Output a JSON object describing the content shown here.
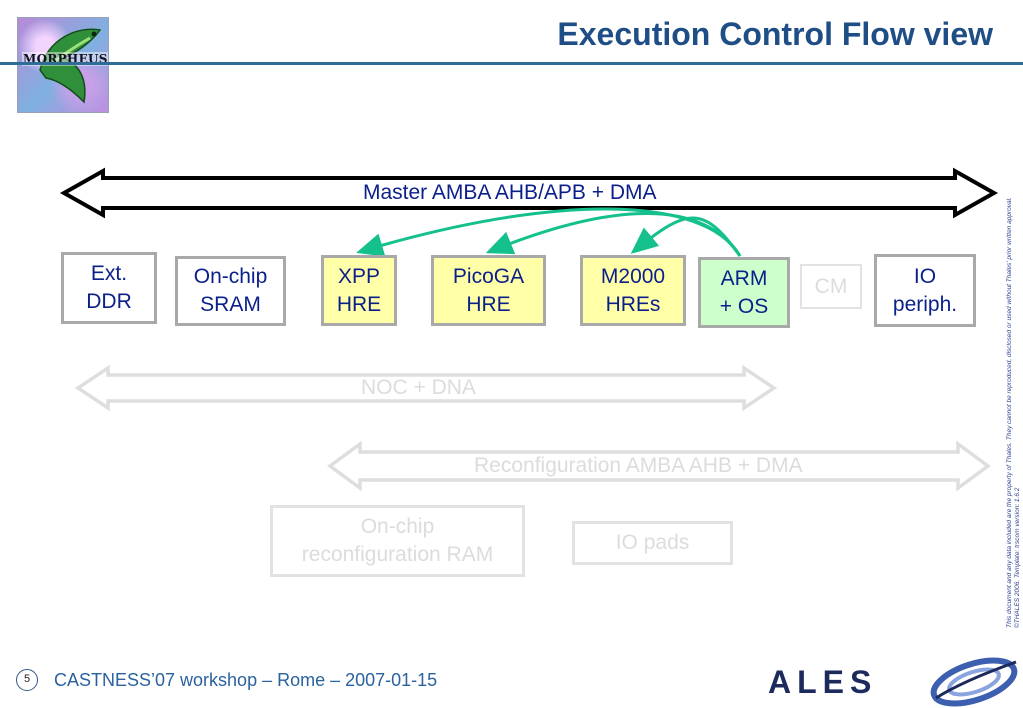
{
  "header": {
    "title": "Execution Control Flow view",
    "logo_text": "MORPHEUS"
  },
  "buses": {
    "master": "Master AMBA AHB/APB + DMA",
    "noc": "NOC + DNA",
    "reconfig": "Reconfiguration AMBA AHB + DMA"
  },
  "blocks": [
    {
      "name": "ext-ddr",
      "label": "Ext.\nDDR",
      "style": "plain"
    },
    {
      "name": "onchip-sram",
      "label": "On-chip\nSRAM",
      "style": "plain"
    },
    {
      "name": "xpp-hre",
      "label": "XPP\nHRE",
      "style": "yellow"
    },
    {
      "name": "picoga-hre",
      "label": "PicoGA\nHRE",
      "style": "yellow"
    },
    {
      "name": "m2000-hres",
      "label": "M2000\nHREs",
      "style": "yellow"
    },
    {
      "name": "arm-os",
      "label": "ARM\n+ OS",
      "style": "green"
    },
    {
      "name": "cm",
      "label": "CM",
      "style": "faint"
    },
    {
      "name": "io-periph",
      "label": "IO\nperiph.",
      "style": "plain"
    }
  ],
  "lower_blocks": [
    {
      "name": "onchip-reconfig-ram",
      "label": "On-chip\nreconfiguration RAM"
    },
    {
      "name": "io-pads",
      "label": "IO pads"
    }
  ],
  "control_flows": [
    {
      "from": "arm-os",
      "to": "xpp-hre"
    },
    {
      "from": "arm-os",
      "to": "picoga-hre"
    },
    {
      "from": "arm-os",
      "to": "m2000-hres"
    }
  ],
  "footer": {
    "page": "5",
    "text": "CASTNESS’07 workshop – Rome – 2007-01-15",
    "brand": "ALES",
    "disclaimer_line1": "This document and any data included are the property of Thales. They cannot be reproduced, disclosed or used without Thales' prior written approval.",
    "disclaimer_line2": "©THALES 2006. Template: trscom version: 1.6.2"
  },
  "colors": {
    "title": "#1f4e86",
    "text": "#0b1f8a",
    "arrow": "#14c08c",
    "faint": "#dcdcdc",
    "hre_fill": "#ffffa8",
    "arm_fill": "#ccffcc"
  }
}
